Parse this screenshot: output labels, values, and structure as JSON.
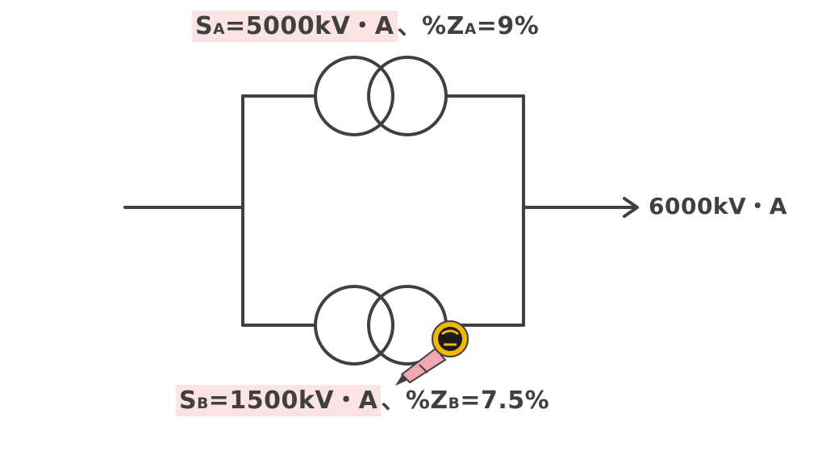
{
  "diagram": {
    "transformer_a": {
      "s_symbol": "S",
      "s_sub": "A",
      "s_value": "=5000kV・A",
      "separator": "、",
      "z_symbol": "%Z",
      "z_sub": "A",
      "z_value": "=9%"
    },
    "transformer_b": {
      "s_symbol": "S",
      "s_sub": "B",
      "s_value": "=1500kV・A",
      "separator": "、",
      "z_symbol": "%Z",
      "z_sub": "B",
      "z_value": "=7.5%"
    },
    "output_load": "6000kV・A",
    "colors": {
      "line": "#404040",
      "highlight": "#fce4e6",
      "marker_body": "#f2a7b5",
      "marker_cap": "#f5b800"
    }
  }
}
